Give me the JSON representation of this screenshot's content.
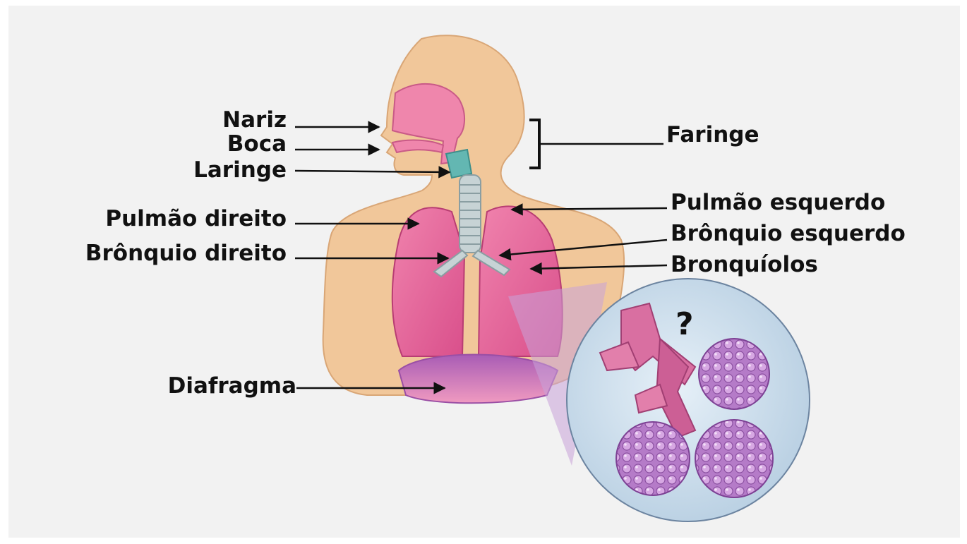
{
  "labels": {
    "nariz": "Nariz",
    "boca": "Boca",
    "laringe": "Laringe",
    "faringe": "Faringe",
    "pulmao_direito": "Pulmão direito",
    "bronquio_direito": "Brônquio direito",
    "pulmao_esquerdo": "Pulmão esquerdo",
    "bronquio_esquerdo": "Brônquio esquerdo",
    "bronquiolos": "Bronquíolos",
    "diafragma": "Diafragma",
    "question": "?"
  },
  "colors": {
    "background": "#f2f2f2",
    "skin": "#f1c79a",
    "lung": "#e9679b",
    "lung_dark": "#c94480",
    "trachea": "#a9bcc0",
    "larynx": "#63b7b2",
    "diaphragm": "#b067b8",
    "lens": "#cfe0ee",
    "alveoli": "#b77ac9"
  }
}
